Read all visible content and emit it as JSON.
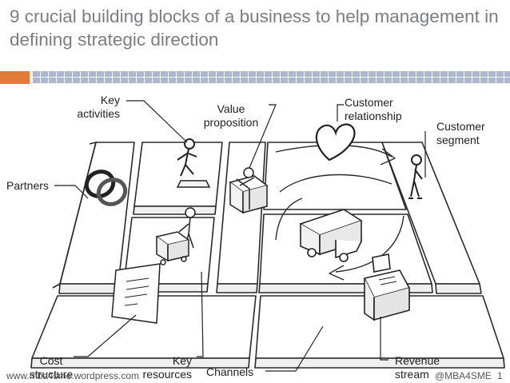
{
  "title": "9 crucial building blocks of a business to help management in defining strategic direction",
  "labels": {
    "key_activities": "Key\nactivities",
    "value_proposition": "Value\nproposition",
    "customer_relationship": "Customer\nrelationship",
    "customer_segment": "Customer\nsegment",
    "partners": "Partners",
    "key_resources": "Key\nresources",
    "cost_structure": "Cost\nstructure",
    "channels": "Channels",
    "revenue_stream": "Revenue\nstream"
  },
  "footer": {
    "website": "www.mba4sme.wordpress.com",
    "handle": "@MBA4SME",
    "page_number": "1"
  },
  "colors": {
    "title": "#7b7d80",
    "accent": "#e07b39",
    "bar": "#a9b8cf",
    "callout_line": "#222222"
  },
  "icons": [
    "rings-icon",
    "worker-icon",
    "gift-icon",
    "heart-icon",
    "person-icon",
    "forklift-icon",
    "truck-icon",
    "invoice-icon",
    "cash-register-icon"
  ]
}
